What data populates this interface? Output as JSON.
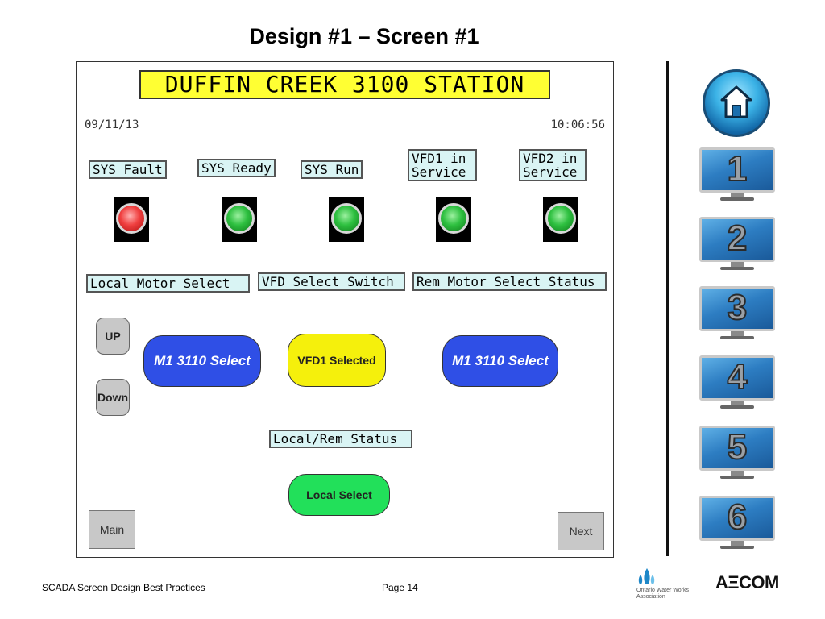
{
  "slide": {
    "title": "Design #1 – Screen #1"
  },
  "hmi": {
    "station_title": "DUFFIN CREEK 3100 STATION",
    "date": "09/11/13",
    "time": "10:06:56",
    "indicators": [
      {
        "label": "SYS Fault",
        "state": "red"
      },
      {
        "label": "SYS Ready",
        "state": "green"
      },
      {
        "label": "SYS Run",
        "state": "green"
      },
      {
        "label_line1": "VFD1 in",
        "label_line2": "Service",
        "state": "green"
      },
      {
        "label_line1": "VFD2 in",
        "label_line2": "Service",
        "state": "green"
      }
    ],
    "section_labels": {
      "local_motor_select": "Local Motor Select",
      "vfd_select_switch": "VFD Select Switch",
      "rem_motor_select_status": "Rem Motor Select Status",
      "local_rem_status": "Local/Rem Status"
    },
    "buttons": {
      "up": "UP",
      "down": "Down",
      "local_motor": "M1 3110 Select",
      "vfd": "VFD1 Selected",
      "rem_motor": "M1 3110 Select",
      "local_select": "Local Select",
      "main": "Main",
      "next": "Next"
    },
    "colors": {
      "station_bg": "#ffff33",
      "label_bg": "#d9f4f4",
      "motor_button": "#2f4fe6",
      "vfd_button": "#f5f00c",
      "local_button": "#22e05a"
    }
  },
  "side_nav": {
    "home_icon": "home-icon",
    "screens": [
      "1",
      "2",
      "3",
      "4",
      "5",
      "6"
    ]
  },
  "footer": {
    "left": "SCADA Screen Design Best Practices",
    "page": "Page 14",
    "owwa_line1": "Ontario Water Works",
    "owwa_line2": "Association",
    "aecom": "AΞCOM"
  }
}
